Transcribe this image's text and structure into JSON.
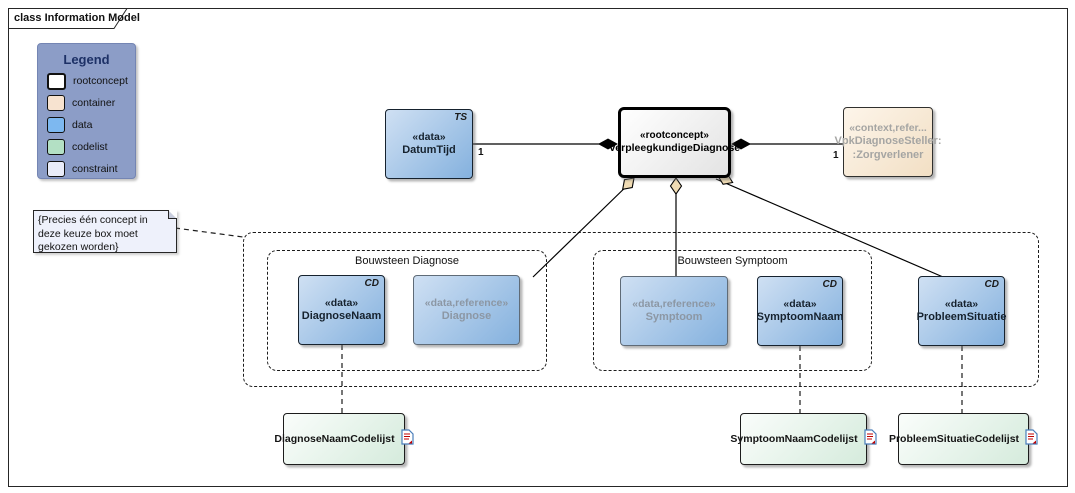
{
  "frame": {
    "tab_label": "class Information Model"
  },
  "legend": {
    "title": "Legend",
    "items": [
      {
        "label": "rootconcept",
        "color": "#ffffff"
      },
      {
        "label": "container",
        "color": "#f7e3d0"
      },
      {
        "label": "data",
        "color": "#7db8f0"
      },
      {
        "label": "codelist",
        "color": "#b3e0c4"
      },
      {
        "label": "constraint",
        "color": "#e9ecf9"
      }
    ]
  },
  "note": {
    "text": "{Precies één concept in deze keuze box moet gekozen worden}"
  },
  "nodes": {
    "datumtijd": {
      "tag": "TS",
      "stereotype": "«data»",
      "name": "DatumTijd"
    },
    "rootconcept": {
      "stereotype": "«rootconcept»",
      "name": "VerpleegkundigeDiagnose"
    },
    "diagnosesteller": {
      "stereotype": "«context,refer...",
      "line1": "VpkDiagnoseSteller:",
      "line2": ":Zorgverlener"
    },
    "diagnosenaam": {
      "tag": "CD",
      "stereotype": "«data»",
      "name": "DiagnoseNaam"
    },
    "diagnose": {
      "stereotype": "«data,reference»",
      "name": "Diagnose"
    },
    "symptoom": {
      "stereotype": "«data,reference»",
      "name": "Symptoom"
    },
    "symptoomnaam": {
      "tag": "CD",
      "stereotype": "«data»",
      "name": "SymptoomNaam"
    },
    "probleemsituatie": {
      "tag": "CD",
      "stereotype": "«data»",
      "name": "ProbleemSituatie"
    }
  },
  "groups": {
    "bouwsteen_diagnose": {
      "label": "Bouwsteen Diagnose"
    },
    "bouwsteen_symptoom": {
      "label": "Bouwsteen Symptoom"
    }
  },
  "codelists": {
    "diagnosenaam": {
      "label": "DiagnoseNaamCodelijst"
    },
    "symptoomnaam": {
      "label": "SymptoomNaamCodelijst"
    },
    "probleemsituatie": {
      "label": "ProbleemSituatieCodelijst"
    }
  },
  "multiplicity": {
    "datumtijd": "1",
    "diagnosesteller": "1"
  },
  "colors": {
    "data_fill": "#84b1de",
    "container_fill": "#f2dfc4",
    "codelist_fill": "#d5ebdc",
    "constraint_fill": "#eef1fb",
    "legend_bg": "#8c9dc7",
    "aggregation_diamond": "#f0dcb4",
    "composition_diamond": "#000000"
  }
}
